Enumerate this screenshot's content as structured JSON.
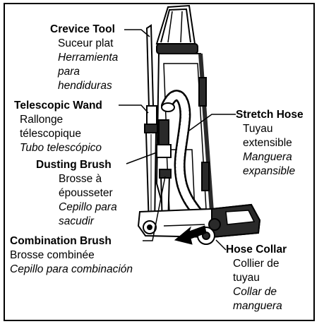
{
  "colors": {
    "ink": "#000000",
    "paper": "#ffffff",
    "shade": "#2a2a2a",
    "mid": "#8a8a8a"
  },
  "callouts": {
    "crevice": {
      "title": "Crevice Tool",
      "fr": [
        "Suceur plat"
      ],
      "es": [
        "Herramienta",
        "para",
        "hendiduras"
      ]
    },
    "wand": {
      "title": "Telescopic Wand",
      "fr": [
        "Rallonge",
        "télescopique"
      ],
      "es": [
        "Tubo telescópico"
      ]
    },
    "dusting": {
      "title": "Dusting Brush",
      "fr": [
        "Brosse à",
        "épousseter"
      ],
      "es": [
        "Cepillo para",
        "sacudir"
      ]
    },
    "combo": {
      "title": "Combination Brush",
      "fr": [
        "Brosse combinée"
      ],
      "es": [
        "Cepillo para combinación"
      ]
    },
    "stretch": {
      "title": "Stretch Hose",
      "fr": [
        "Tuyau",
        "extensible"
      ],
      "es": [
        "Manguera",
        "expansible"
      ]
    },
    "collar": {
      "title": "Hose Collar",
      "fr": [
        "Collier de",
        "tuyau"
      ],
      "es": [
        "Collar de",
        "manguera"
      ]
    }
  }
}
